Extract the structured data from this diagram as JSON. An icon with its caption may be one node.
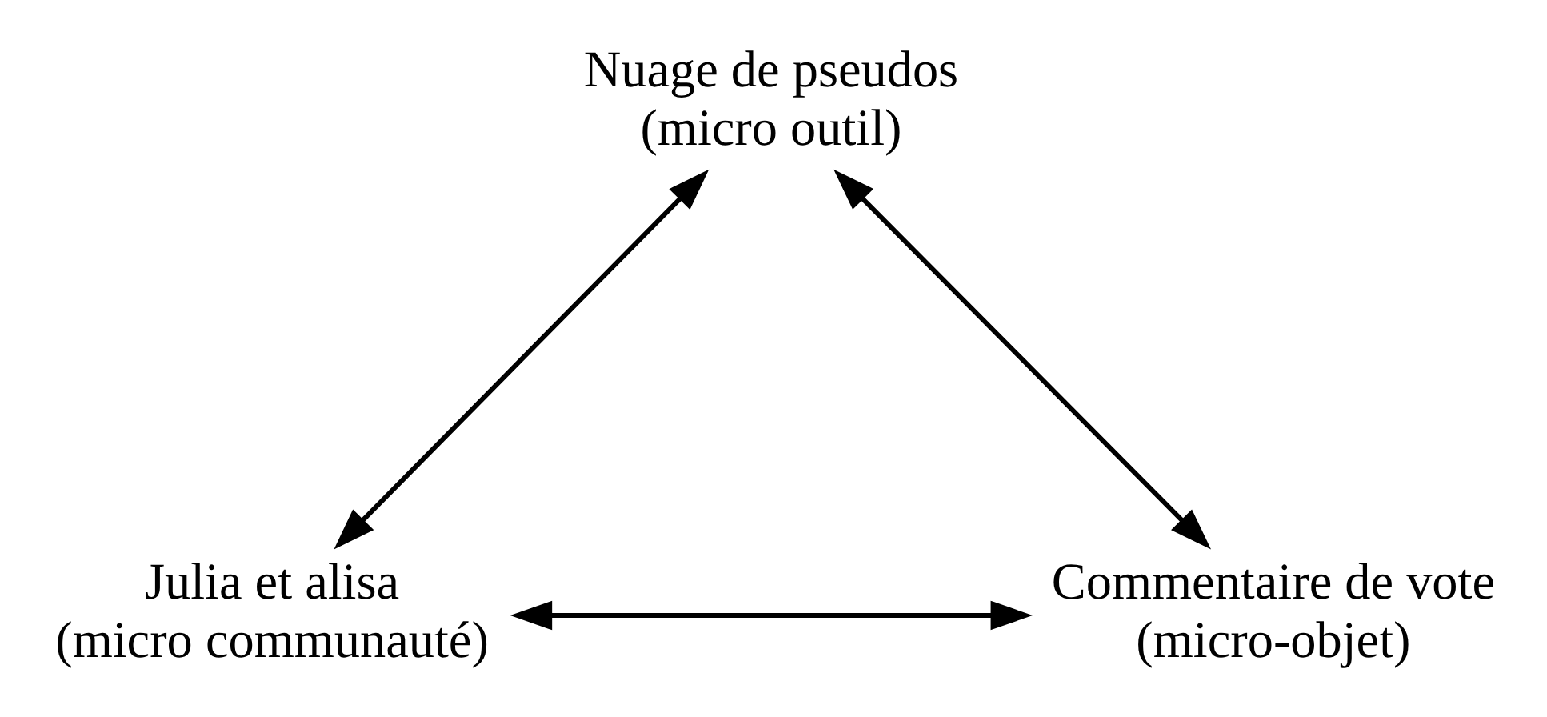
{
  "diagram": {
    "nodes": [
      {
        "text": [
          "Nuage de pseudos",
          "(micro outil)"
        ]
      },
      {
        "text": [
          "Julia et alisa",
          "(micro communauté)"
        ]
      },
      {
        "text": [
          "Commentaire de vote",
          "(micro-objet)"
        ]
      }
    ],
    "edges": [
      {
        "from": 0,
        "to": 1,
        "arrow": "both"
      },
      {
        "from": 0,
        "to": 2,
        "arrow": "both"
      },
      {
        "from": 1,
        "to": 2,
        "arrow": "both"
      }
    ]
  }
}
